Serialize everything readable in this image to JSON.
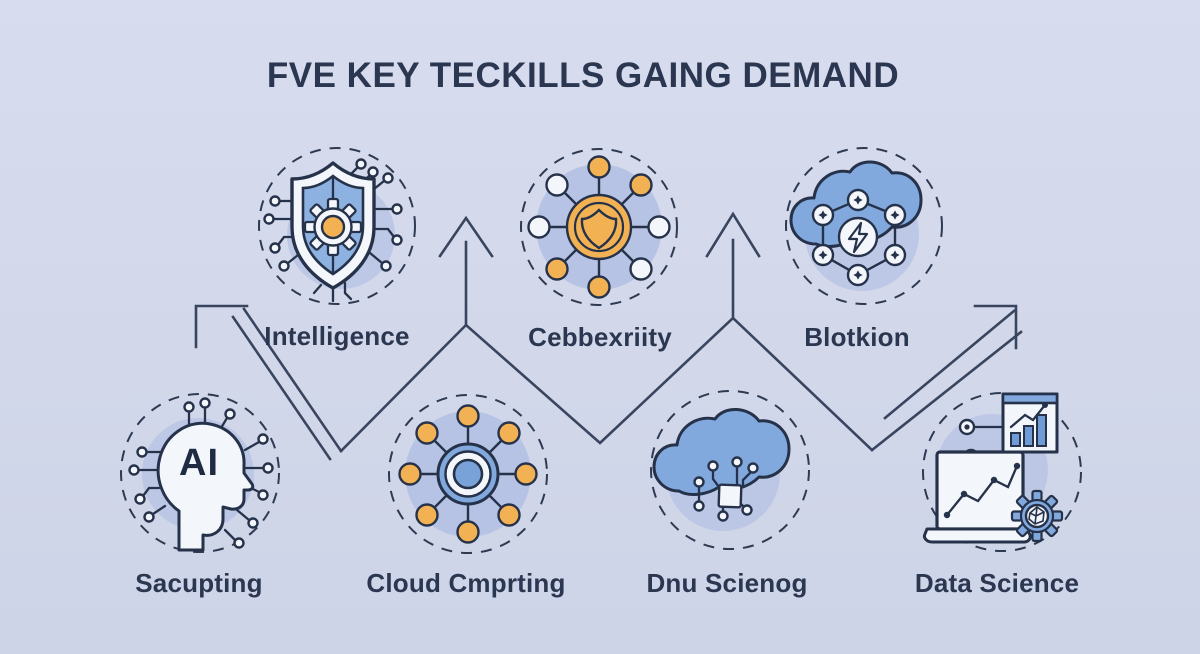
{
  "title": "FVE KEY TECKILLS GAING DEMAND",
  "skills": [
    {
      "label": "Intelligence",
      "icon": "shield-gear-circuit-icon"
    },
    {
      "label": "Cebbexriity",
      "icon": "network-shield-icon"
    },
    {
      "label": "Blotkion",
      "icon": "cloud-blockchain-icon"
    },
    {
      "label": "Sacupting",
      "icon": "ai-head-circuit-icon",
      "icon_text": "AI"
    },
    {
      "label": "Cloud Cmprting",
      "icon": "hub-network-icon"
    },
    {
      "label": "Dnu Scienog",
      "icon": "cloud-chip-circuit-icon"
    },
    {
      "label": "Data Science",
      "icon": "laptop-analytics-gear-icon"
    }
  ],
  "colors": {
    "background": "#d3d9ea",
    "outline": "#26324a",
    "text": "#2b3750",
    "blue": "#82a9dd",
    "tint": "#b6c2e4",
    "orange": "#f2b254",
    "white": "#f3f6fb",
    "arrow": "#39455f"
  }
}
